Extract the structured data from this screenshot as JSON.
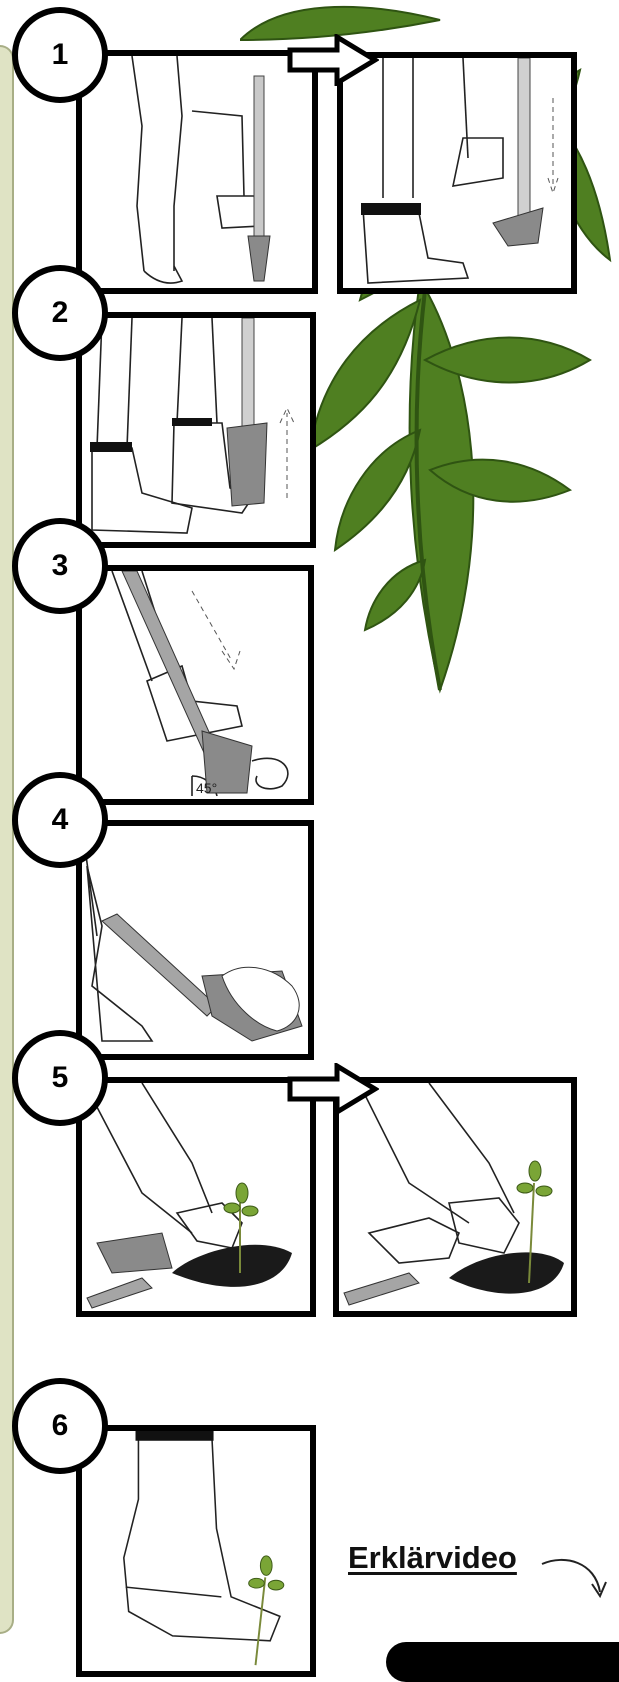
{
  "steps": [
    {
      "number": "1",
      "image": "step-1-shovel-insert-illustration",
      "follow_up_image": "step-1-foot-press-illustration"
    },
    {
      "number": "2",
      "image": "step-2-shovel-pull-up-illustration"
    },
    {
      "number": "3",
      "image": "step-3-shovel-angle-45-illustration",
      "angle_label": "45°"
    },
    {
      "number": "4",
      "image": "step-4-lift-soil-illustration"
    },
    {
      "number": "5",
      "image": "step-5-place-seedling-illustration",
      "follow_up_image": "step-5-close-soil-illustration"
    },
    {
      "number": "6",
      "image": "step-6-press-soil-illustration"
    }
  ],
  "video_link": {
    "label": "Erklärvideo"
  },
  "colors": {
    "sidebar": "#dfe3c4",
    "fern": "#4f7f21",
    "fern_dark": "#2f5412",
    "shovel": "#9a9a9a",
    "hole": "#1a1a1a",
    "leaf": "#7aa536"
  }
}
